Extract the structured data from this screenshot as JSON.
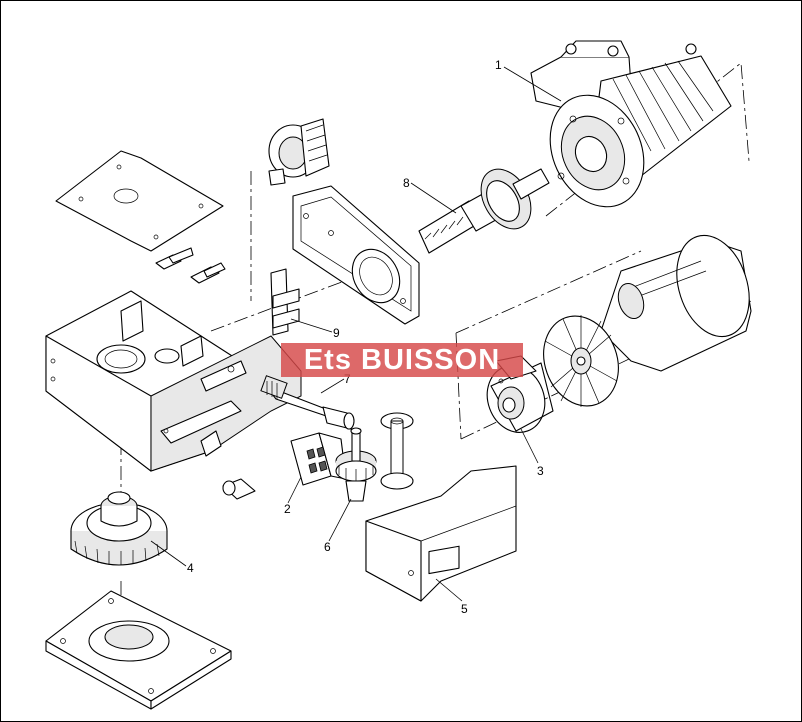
{
  "diagram": {
    "callouts": [
      {
        "id": "1",
        "label": "1"
      },
      {
        "id": "2",
        "label": "2"
      },
      {
        "id": "3",
        "label": "3"
      },
      {
        "id": "4",
        "label": "4"
      },
      {
        "id": "5",
        "label": "5"
      },
      {
        "id": "6",
        "label": "6"
      },
      {
        "id": "7",
        "label": "7"
      },
      {
        "id": "8",
        "label": "8"
      },
      {
        "id": "9",
        "label": "9"
      }
    ]
  },
  "watermark": {
    "text": "Ets BUISSON",
    "color": "#d64848"
  }
}
